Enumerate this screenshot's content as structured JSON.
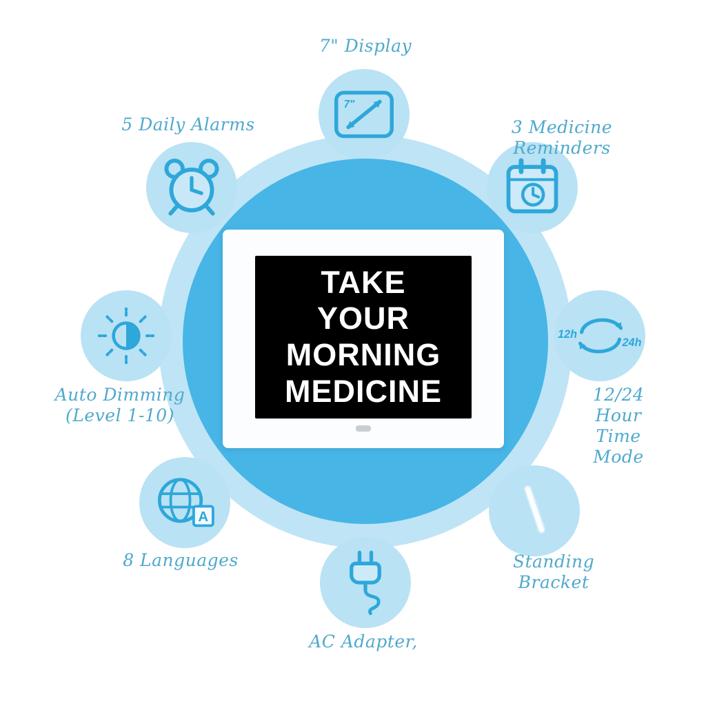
{
  "colors": {
    "center_circle": "#47b5e6",
    "halo": "#bfe4f5",
    "bubble": "#b9e2f4",
    "icon": "#2ea7da",
    "label": "#4fa9cd",
    "screen_bg": "#000000",
    "screen_text": "#ffffff"
  },
  "screen": {
    "text": "TAKE\nYOUR\nMORNING\nMEDICINE"
  },
  "features": [
    {
      "label": "7\" Display",
      "icon": "display-size-icon",
      "icon_text": "7\""
    },
    {
      "label": "5 Daily Alarms",
      "icon": "alarm-clock-icon"
    },
    {
      "label": "3 Medicine Reminders",
      "icon": "medicine-calendar-icon"
    },
    {
      "label": "Auto Dimming\n(Level 1-10)",
      "icon": "auto-dimming-icon"
    },
    {
      "label": "12/24 Hour\nTime Mode",
      "icon": "time-mode-icon",
      "icon_text_left": "12h",
      "icon_text_right": "24h"
    },
    {
      "label": "8 Languages",
      "icon": "globe-icon",
      "icon_text": "A"
    },
    {
      "label": "Standing Bracket",
      "icon": "standing-bracket-icon"
    },
    {
      "label": "AC Adapter,",
      "icon": "ac-adapter-icon"
    }
  ]
}
